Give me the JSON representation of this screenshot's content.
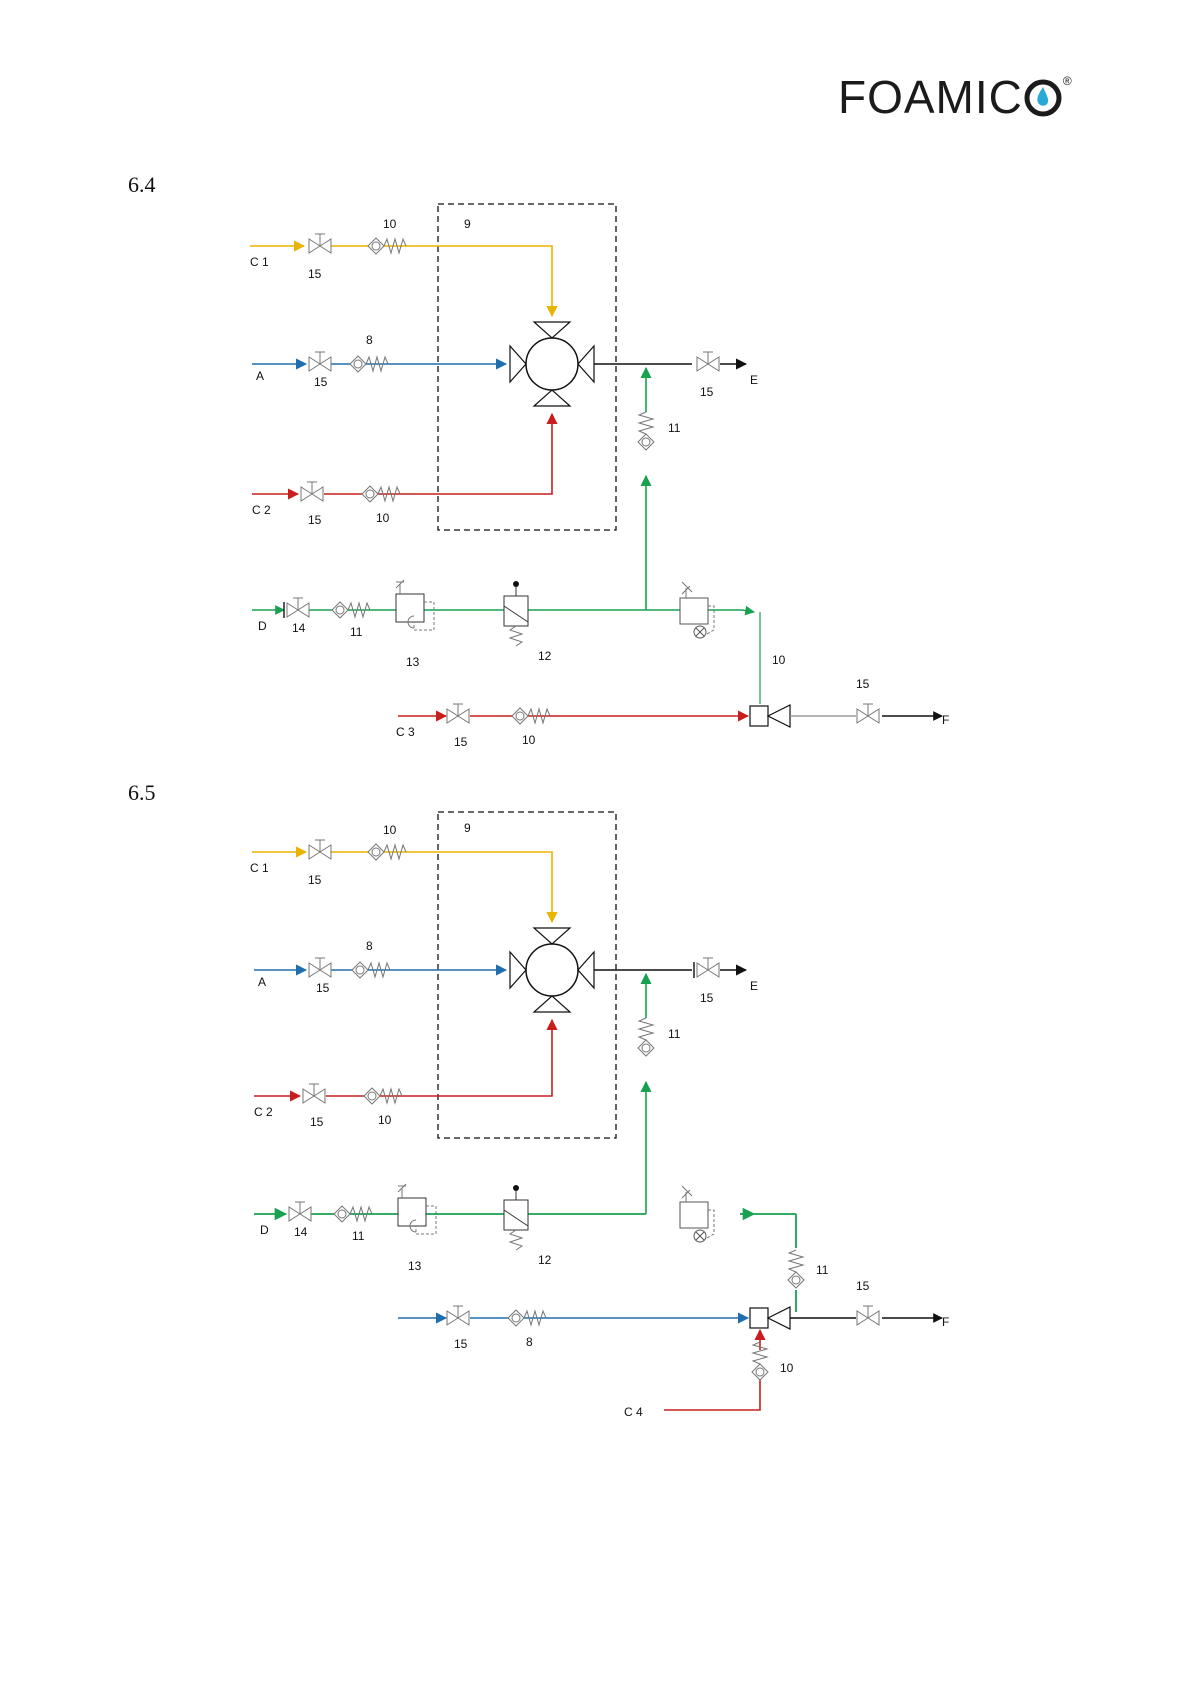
{
  "header": {
    "logo_text": "FOAMIC",
    "logo_registered": "®"
  },
  "colors": {
    "yellow": "#e8b400",
    "blue": "#1f6fae",
    "red": "#c81e1e",
    "green": "#18a150",
    "black": "#111111",
    "gray": "#888888",
    "logo_drop": "#2aa8d8"
  },
  "diagrams": [
    {
      "heading": "6.4",
      "labels": {
        "c1": "C 1",
        "a": "A",
        "c2": "C 2",
        "d": "D",
        "c3": "C 3",
        "e": "E",
        "f": "F",
        "n9": "9",
        "n10_top": "10",
        "n15_c1": "15",
        "n8": "8",
        "n15_a": "15",
        "n15_c2": "15",
        "n10_c2": "10",
        "n15_e": "15",
        "n11_up": "11",
        "n14": "14",
        "n11_d": "11",
        "n13": "13",
        "n12": "12",
        "n10_right": "10",
        "n15_f": "15",
        "n15_c3": "15",
        "n10_c3": "10"
      }
    },
    {
      "heading": "6.5",
      "labels": {
        "c1": "C 1",
        "a": "A",
        "c2": "C 2",
        "d": "D",
        "c4": "C 4",
        "e": "E",
        "f": "F",
        "n9": "9",
        "n10_top": "10",
        "n15_c1": "15",
        "n8": "8",
        "n15_a": "15",
        "n15_c2": "15",
        "n10_c2": "10",
        "n15_e": "15",
        "n11_up": "11",
        "n14": "14",
        "n11_d": "11",
        "n13": "13",
        "n12": "12",
        "n11_right": "11",
        "n15_f": "15",
        "n15_blue": "15",
        "n8_blue": "8",
        "n10_c4": "10"
      }
    }
  ]
}
